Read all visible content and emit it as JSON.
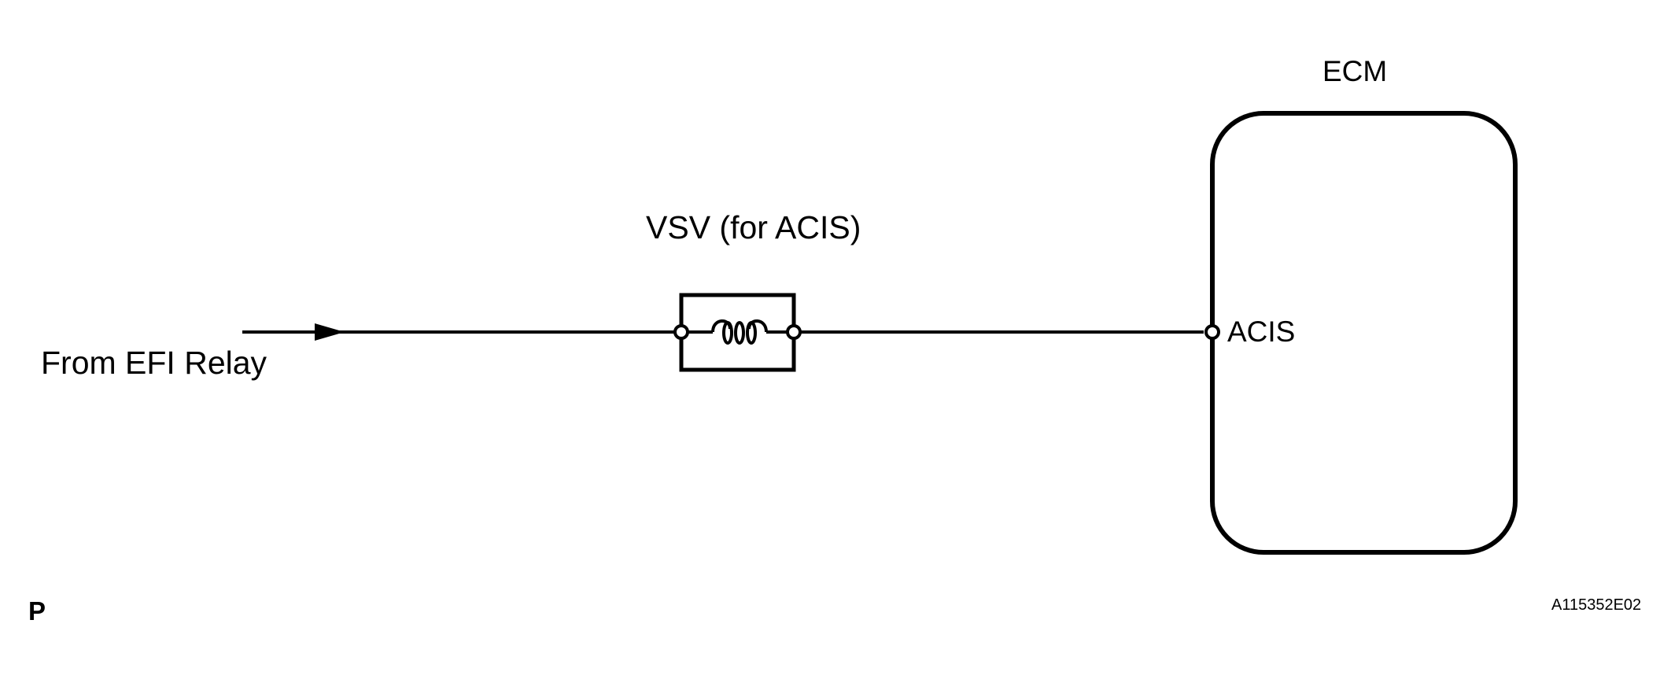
{
  "diagram": {
    "type": "wiring-schematic",
    "colors": {
      "background": "#ffffff",
      "line": "#000000"
    },
    "source_label": "From EFI Relay",
    "component": {
      "name": "VSV (for ACIS)",
      "symbol": "solenoid-coil"
    },
    "ecm": {
      "name": "ECM",
      "terminal": "ACIS"
    },
    "corner_code": "P",
    "illustration_id": "A115352E02"
  }
}
